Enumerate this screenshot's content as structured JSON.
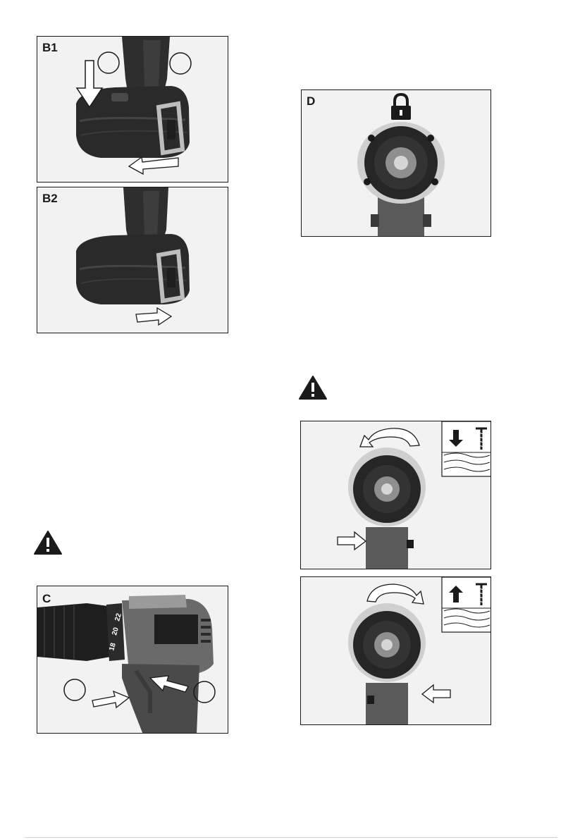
{
  "figures": {
    "b1": {
      "label": "B1"
    },
    "b2": {
      "label": "B2"
    },
    "c": {
      "label": "C",
      "dial_numbers": [
        "18",
        "20",
        "22"
      ]
    },
    "d": {
      "label": "D"
    },
    "rev1": {
      "label": ""
    },
    "rev2": {
      "label": ""
    }
  },
  "icons": {
    "warning_left": "warning-triangle-icon",
    "warning_right": "warning-triangle-icon",
    "lock": "padlock-icon",
    "screw_in": "screw-drive-in-icon",
    "screw_out": "screw-drive-out-icon"
  },
  "colors": {
    "frame": "#1a1a1a",
    "panel_bg": "#f2f2f2",
    "tool_dark": "#2e2e2e",
    "metal": "#bdbdbd"
  }
}
